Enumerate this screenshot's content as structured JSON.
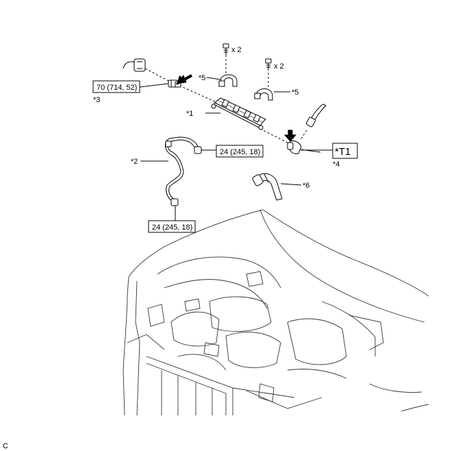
{
  "callouts": {
    "part1": "*1",
    "part2": "*2",
    "part3": "*3",
    "part4": "*4",
    "part5_left": "*5",
    "part5_right": "*5",
    "part6": "*6",
    "t1": "*T1"
  },
  "quantities": {
    "bolt_left": "x 2",
    "bolt_right": "x 2"
  },
  "torques": {
    "sensor": "70 (714, 52)",
    "pipe_upper": "24 (245, 18)",
    "pipe_lower": "24 (245, 18)"
  },
  "corner_code": "C"
}
